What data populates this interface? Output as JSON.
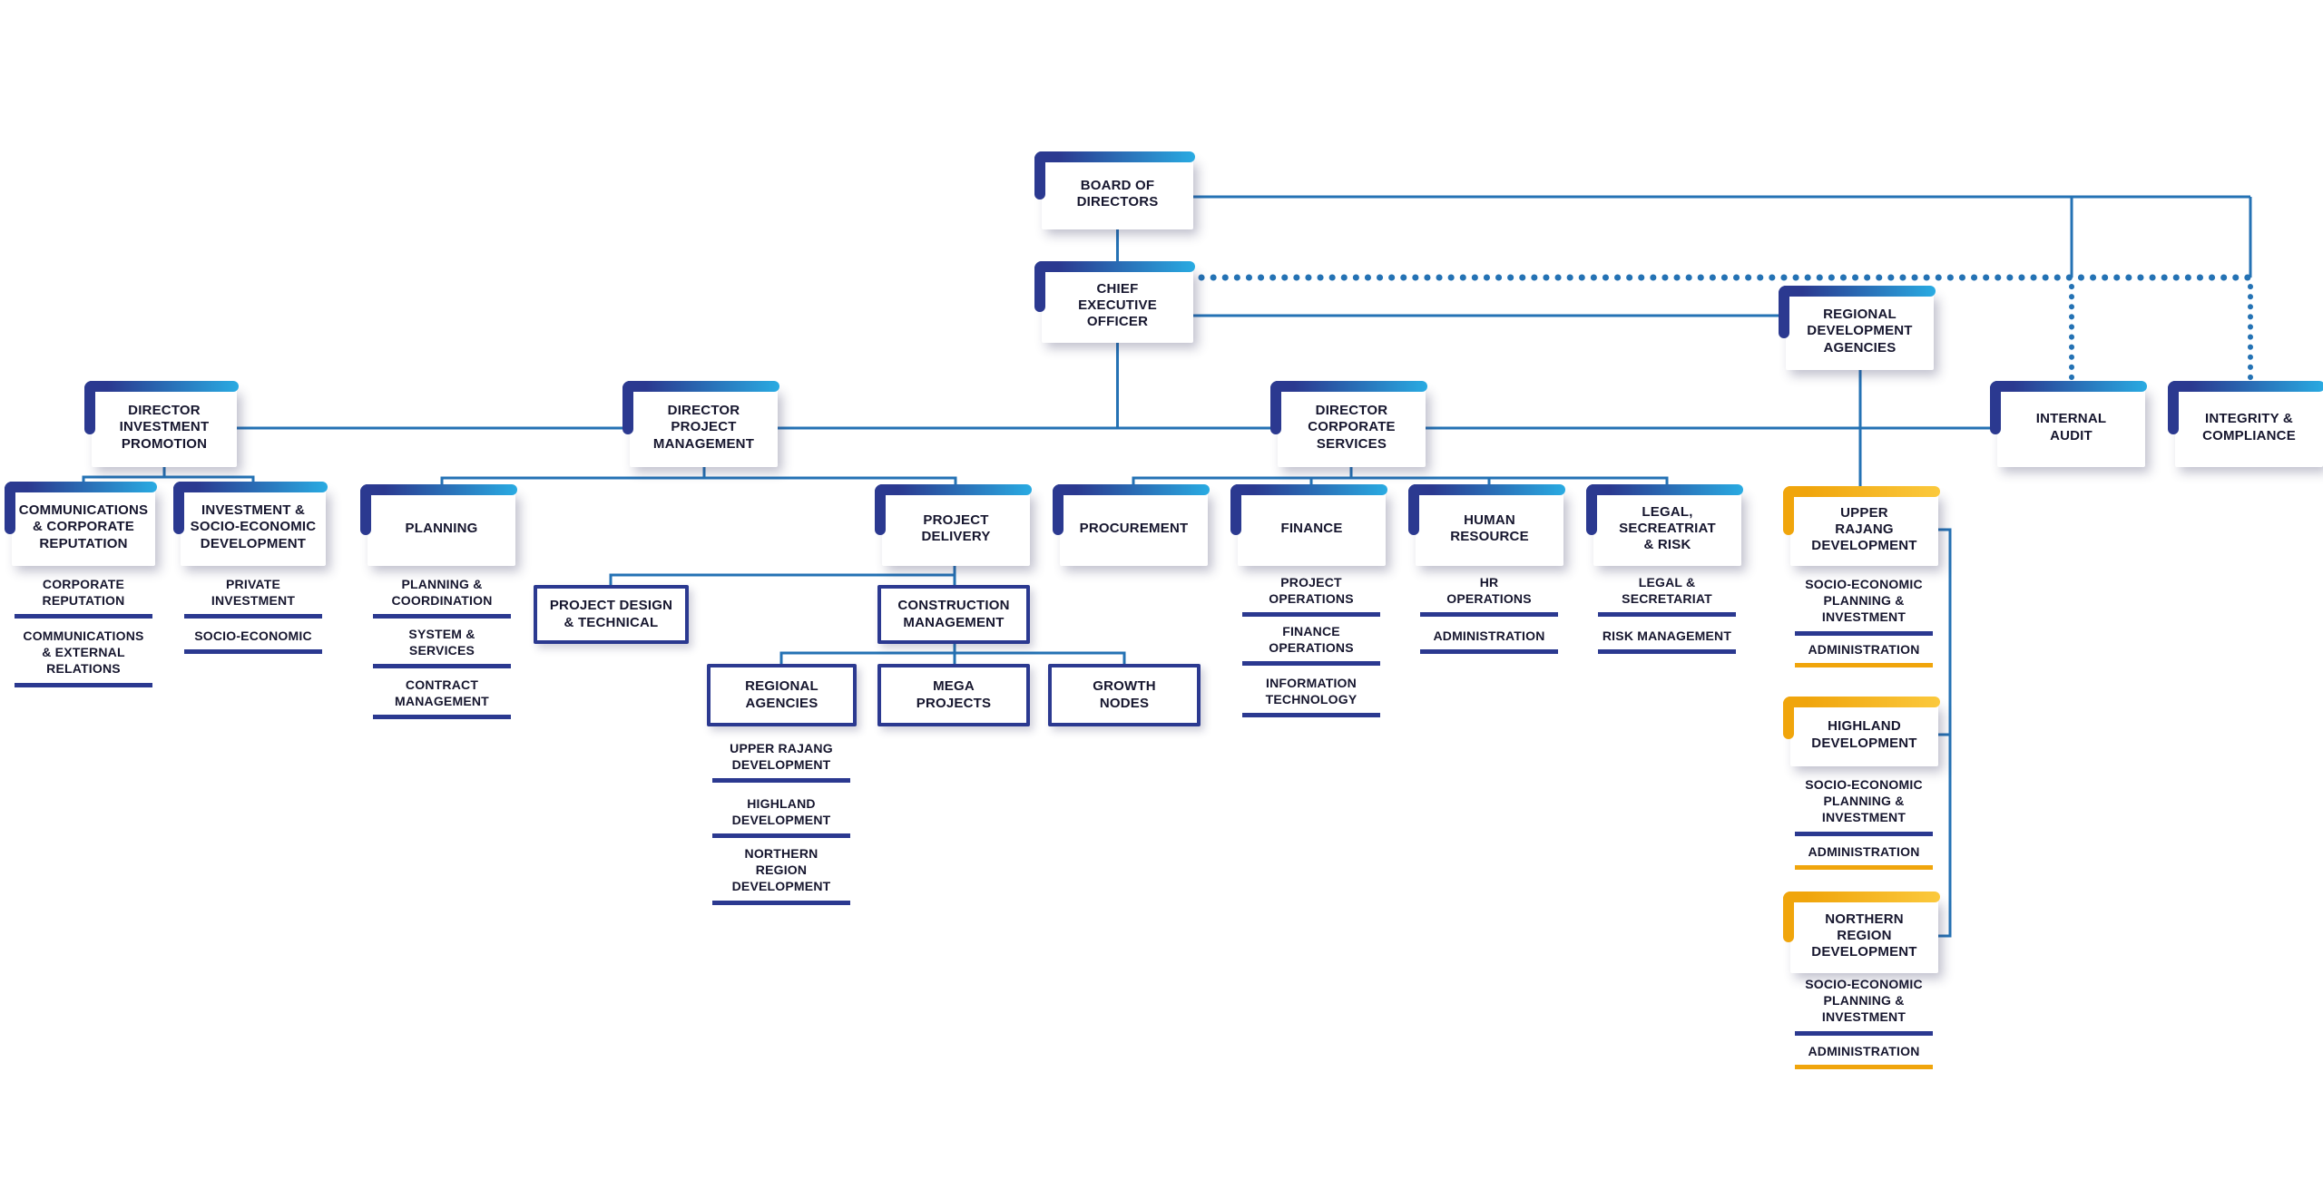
{
  "colors": {
    "navy": "#2b3990",
    "light_blue": "#29abe2",
    "line_blue": "#2472b4",
    "gold": "#f0a50c",
    "text": "#16162e",
    "background": "#ffffff"
  },
  "nodes": {
    "board": "BOARD OF\nDIRECTORS",
    "ceo": "CHIEF\nEXECUTIVE\nOFFICER",
    "rda": "REGIONAL\nDEVELOPMENT\nAGENCIES",
    "dir_invest": "DIRECTOR\nINVESTMENT\nPROMOTION",
    "dir_project": "DIRECTOR\nPROJECT\nMANAGEMENT",
    "dir_corp": "DIRECTOR\nCORPORATE\nSERVICES",
    "internal_audit": "INTERNAL\nAUDIT",
    "integrity": "INTEGRITY &\nCOMPLIANCE",
    "comms_corp_rep": "COMMUNICATIONS\n& CORPORATE\nREPUTATION",
    "invest_socio": "INVESTMENT &\nSOCIO-ECONOMIC\nDEVELOPMENT",
    "planning": "PLANNING",
    "project_delivery": "PROJECT\nDELIVERY",
    "procurement": "PROCUREMENT",
    "finance": "FINANCE",
    "human_resource": "HUMAN\nRESOURCE",
    "legal": "LEGAL,\nSECREATRIAT\n& RISK",
    "upper_rajang": "UPPER\nRAJANG\nDEVELOPMENT",
    "highland": "HIGHLAND\nDEVELOPMENT",
    "northern": "NORTHERN\nREGION\nDEVELOPMENT",
    "project_design": "PROJECT DESIGN\n& TECHNICAL",
    "construction": "CONSTRUCTION\nMANAGEMENT",
    "regional_agencies": "REGIONAL\nAGENCIES",
    "mega_projects": "MEGA\nPROJECTS",
    "growth_nodes": "GROWTH\nNODES"
  },
  "subs": {
    "corporate_reputation": "CORPORATE\nREPUTATION",
    "comms_external": "COMMUNICATIONS\n& EXTERNAL\nRELATIONS",
    "private_investment": "PRIVATE\nINVESTMENT",
    "socio_economic": "SOCIO-ECONOMIC",
    "planning_coordination": "PLANNING &\nCOORDINATION",
    "system_services": "SYSTEM &\nSERVICES",
    "contract_management": "CONTRACT\nMANAGEMENT",
    "project_operations": "PROJECT\nOPERATIONS",
    "finance_operations": "FINANCE\nOPERATIONS",
    "information_technology": "INFORMATION\nTECHNOLOGY",
    "hr_operations": "HR\nOPERATIONS",
    "hr_administration": "ADMINISTRATION",
    "legal_secretariat": "LEGAL &\nSECRETARIAT",
    "risk_management": "RISK MANAGEMENT",
    "ra_upper": "UPPER RAJANG\nDEVELOPMENT",
    "ra_highland": "HIGHLAND\nDEVELOPMENT",
    "ra_northern": "NORTHERN\nREGION\nDEVELOPMENT",
    "urd_sepi": "SOCIO-ECONOMIC\nPLANNING &\nINVESTMENT",
    "urd_admin": "ADMINISTRATION",
    "hd_sepi": "SOCIO-ECONOMIC\nPLANNING &\nINVESTMENT",
    "hd_admin": "ADMINISTRATION",
    "nrd_sepi": "SOCIO-ECONOMIC\nPLANNING &\nINVESTMENT",
    "nrd_admin": "ADMINISTRATION"
  }
}
